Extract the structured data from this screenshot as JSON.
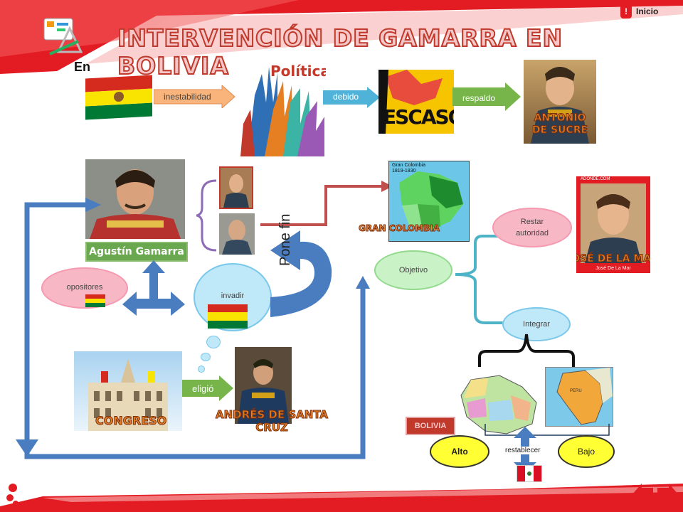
{
  "header": {
    "title": "INTERVENCIÓN DE GAMARRA EN BOLIVIA",
    "inicio": "Inicio"
  },
  "top_flow": {
    "en": "En",
    "arrow1": "inestabilidad",
    "politica": "Política",
    "arrow2": "debido",
    "escaso": "ESCASO",
    "arrow3": "respaldo",
    "sucre_label": "ANTONIO DE SUCRE"
  },
  "left": {
    "gamarra_label": "Agustín Gamarra",
    "opositores": "opositores",
    "invadir": "invadir",
    "pone_fin": "Pone fin",
    "congreso_label": "CONGRESO",
    "eligio": "eligió",
    "santa_cruz_label": "ANDRÉS DE SANTA CRUZ"
  },
  "right": {
    "gran_colombia_label": "GRAN COLOMBIA",
    "map_title": "Gran Colombia 1819-1830",
    "objetivo": "Objetivo",
    "restar": "Restar autoridad",
    "integrar": "Integrar",
    "lamar_label": "JOSÉ DE LA MAR",
    "lamar_caption": "José De La Mar",
    "lamar_site": "ADONDE.COM",
    "bolivia": "BOLIVIA",
    "peru": "PERU",
    "alto": "Alto",
    "restablecer": "restablecer",
    "bajo": "Bajo"
  },
  "colors": {
    "red": "#e31b23",
    "blue_arrow": "#4a7cc0",
    "orange_tag": "#f9b47b",
    "teal_tag": "#4fb3d9",
    "green_tag": "#77b54a"
  }
}
